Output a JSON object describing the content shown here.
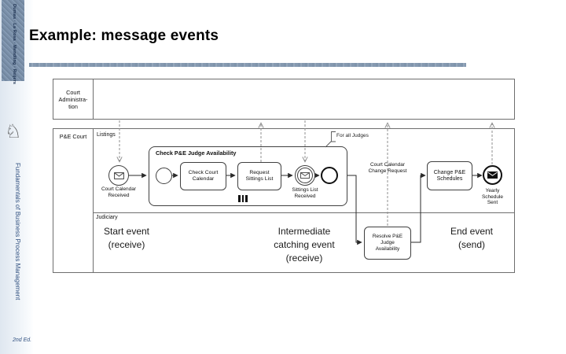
{
  "sidebar": {
    "authors": "Dumas · La Rosa · Mendling · Reijers",
    "book_title": "Fundamentals of Business Process Management",
    "edition": "2nd Ed.",
    "logo_glyph": "♘"
  },
  "slide": {
    "title": "Example: message events"
  },
  "diagram": {
    "pool_admin": {
      "label": "Court\nAdministra-\ntion"
    },
    "pool_court": {
      "label": "P&E Court",
      "lane_top": "Listings",
      "lane_bottom": "Judiciary"
    },
    "events": {
      "start_label": "Court Calendar\nReceived",
      "intermediate_label": "Sittings List\nReceived",
      "end_label": "Yearly\nSchedule\nSent"
    },
    "subprocess": {
      "title": "Check P&E Judge Availability"
    },
    "tasks": {
      "check_calendar": "Check Court\nCalendar",
      "request_sittings": "Request\nSittings List",
      "resolve_judge": "Resolve P&E\nJudge\nAvailability",
      "change_schedules": "Change P&E\nSchedules"
    },
    "message_flow_label": "Court Calendar\nChange Request",
    "annotation": "For all Judges"
  },
  "callouts": {
    "start": "Start event\n(receive)",
    "intermediate": "Intermediate\ncatching event\n(receive)",
    "end": "End event\n(send)"
  },
  "colors": {
    "accent_bar": "#8799b0",
    "denim_block": "#7b90aa",
    "sidebar_text": "#315180",
    "pool_border": "#6e6e6e",
    "element_border": "#404040",
    "sequence_flow": "#2a2a2a",
    "message_flow": "#8f8f8f"
  }
}
